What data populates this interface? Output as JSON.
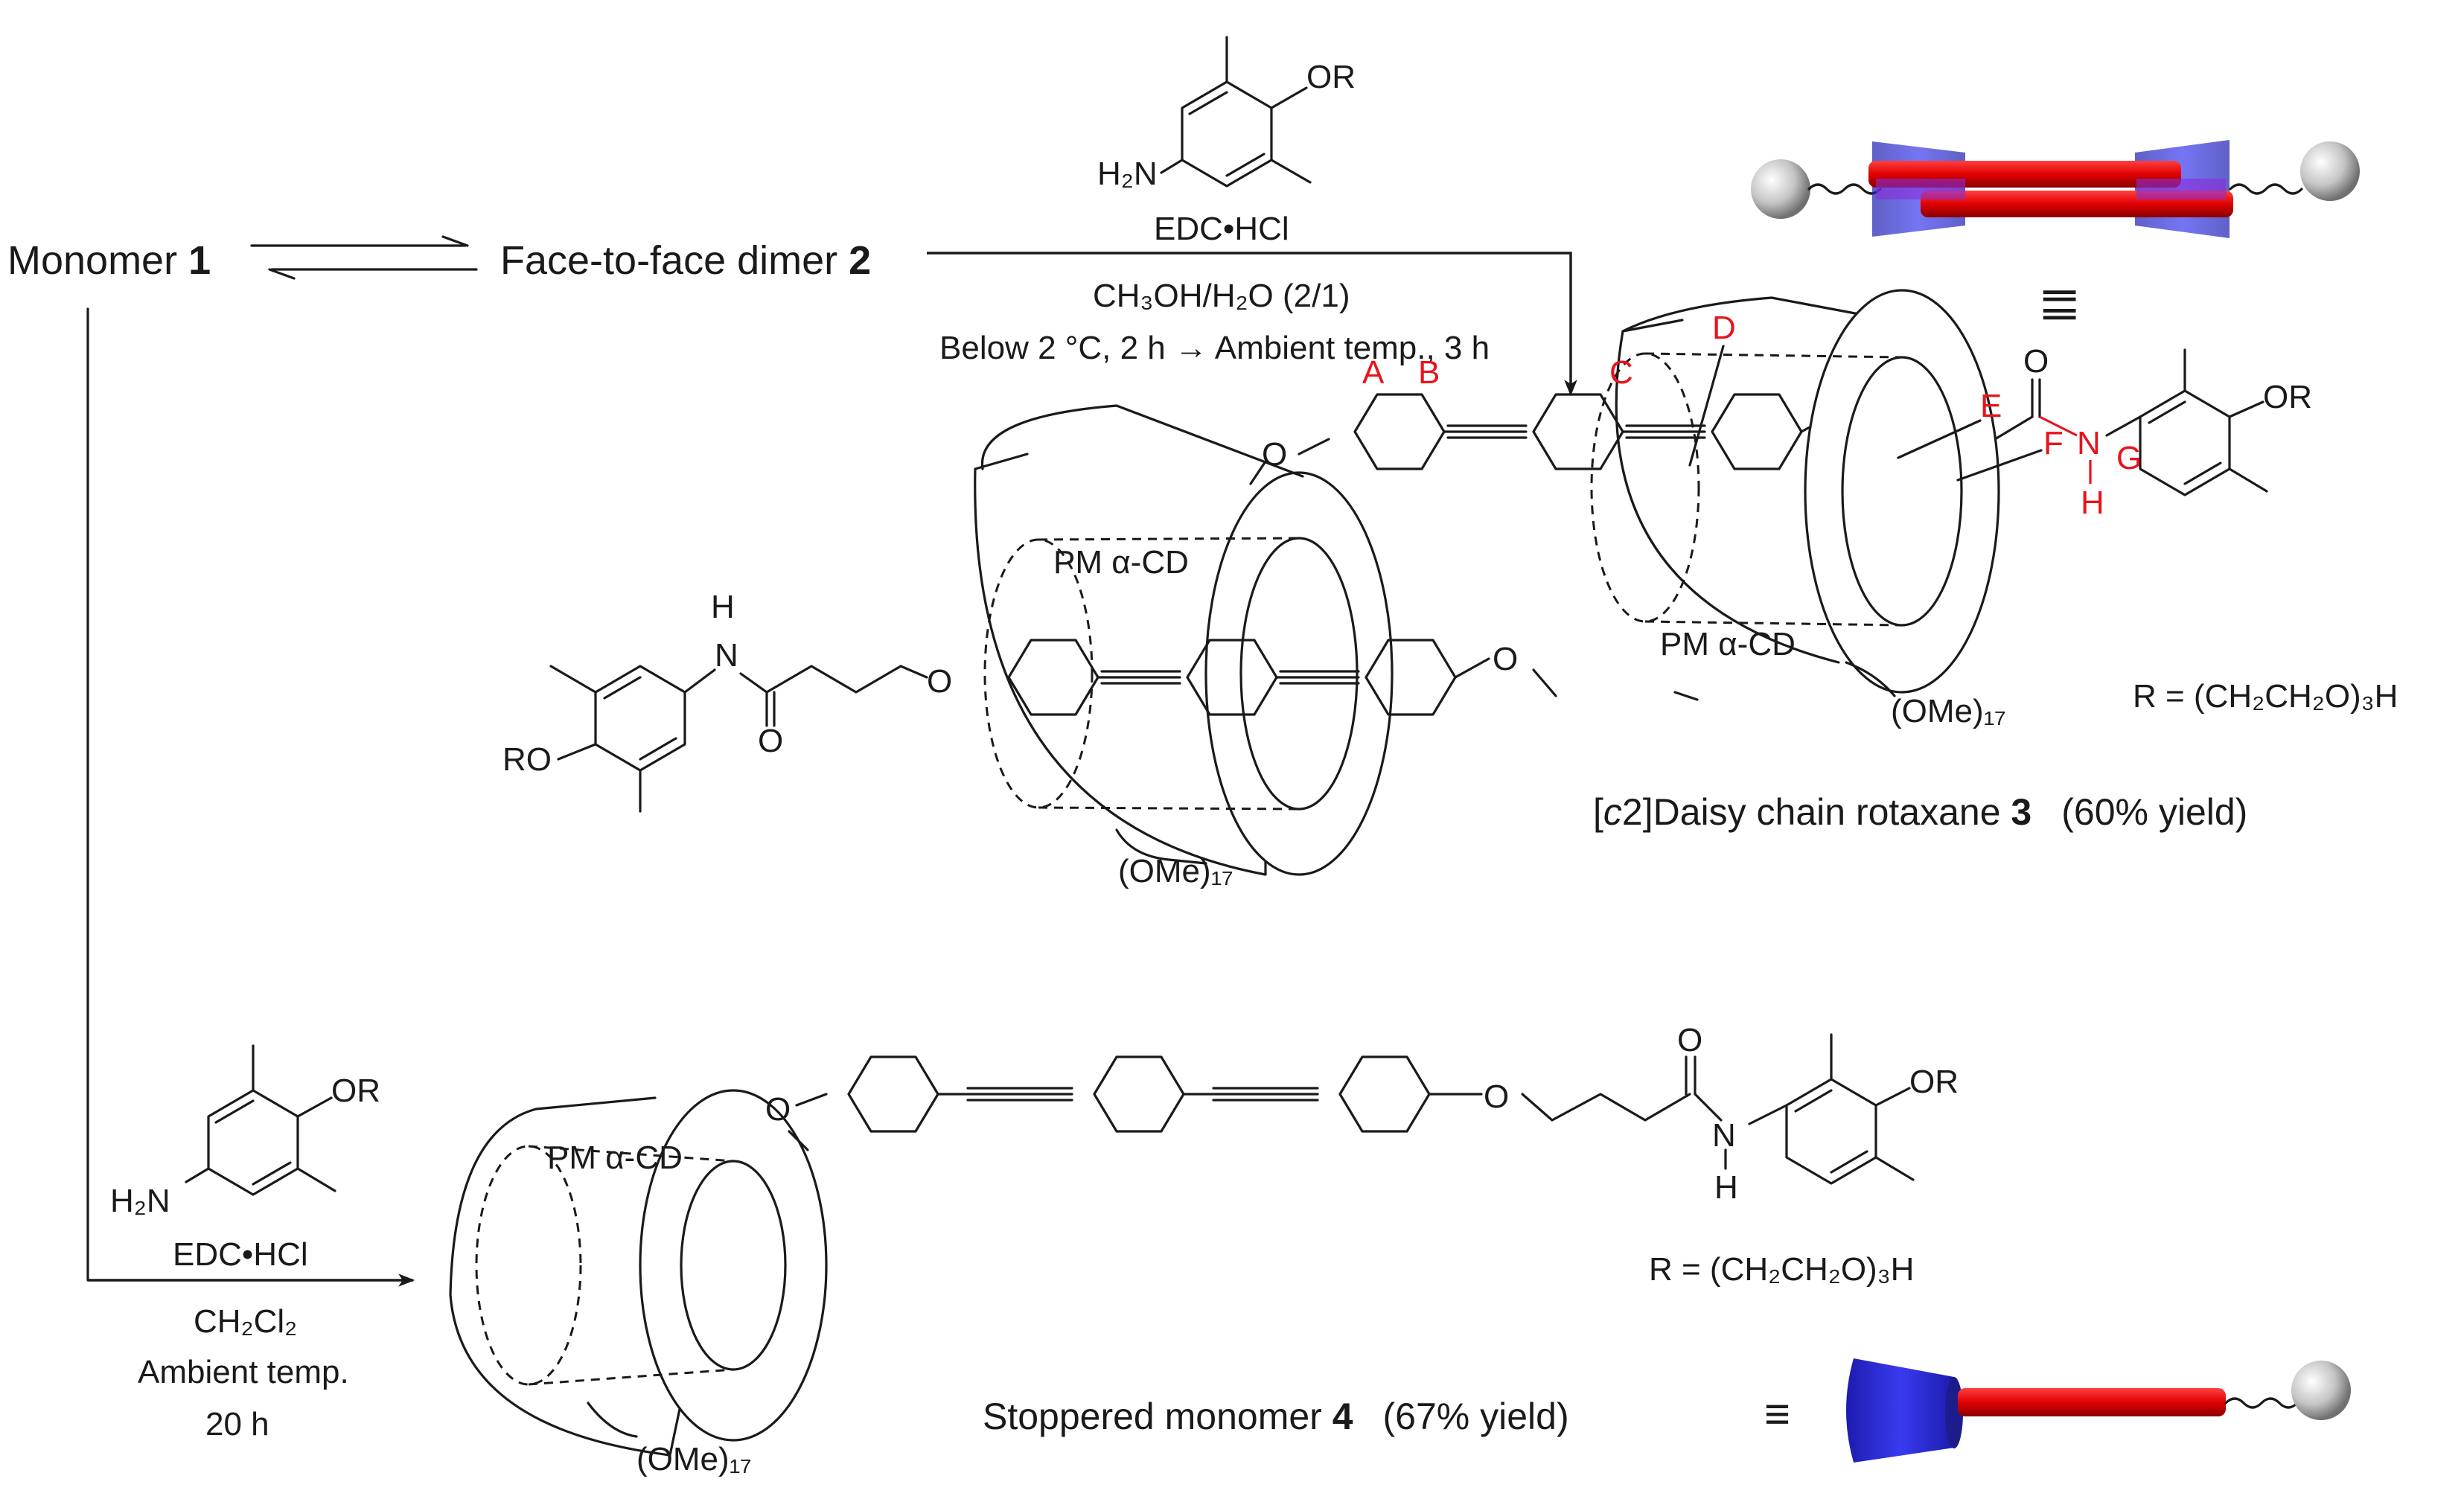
{
  "labels": {
    "monomer_text": "Monomer ",
    "monomer_num": "1",
    "dimer_text": "Face-to-face dimer ",
    "dimer_num": "2",
    "rotaxane_prefix": "[",
    "rotaxane_c2": "c",
    "rotaxane_rest": "2]Daisy chain rotaxane ",
    "rotaxane_num": "3",
    "rotaxane_yield": "(60% yield)",
    "stoppered_text": "Stoppered monomer ",
    "stoppered_num": "4",
    "stoppered_yield": "(67% yield)",
    "r_def_top": "R = (CH₂CH₂O)₃H",
    "r_def_bottom": "R = (CH₂CH₂O)₃H"
  },
  "conditions_top": {
    "reagent": "EDC•HCl",
    "solvent": "CH₃OH/H₂O (2/1)",
    "temperature": "Below 2 °C, 2 h → Ambient temp., 3 h"
  },
  "conditions_bottom": {
    "reagent": "EDC•HCl",
    "solvent": "CH₂Cl₂",
    "temperature": "Ambient temp.",
    "time": "20 h"
  },
  "atoms": {
    "or": "OR",
    "ro": "RO",
    "h2n": "H₂N",
    "o": "O",
    "n": "N",
    "h": "H",
    "ome17": "(OMe)₁₇",
    "pm_cd": "PM α-CD"
  },
  "proton_labels": [
    "A",
    "B",
    "C",
    "D",
    "E",
    "F",
    "G"
  ],
  "equivalence": {
    "top": "‖‖",
    "bottom": "≡"
  },
  "colors": {
    "proton_label": "#e8141b",
    "axle": "#e8141b",
    "cyclodextrin": "#2a2ad8",
    "stopper": "#b8b8b8",
    "ink": "#1a1a1a"
  }
}
